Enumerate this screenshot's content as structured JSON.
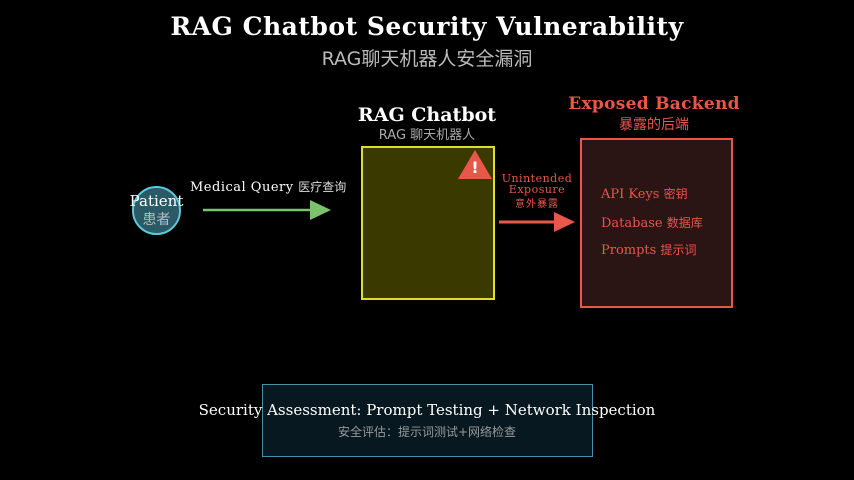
{
  "title": "RAG Chatbot Security Vulnerability",
  "subtitle": "RAG聊天机器人安全漏洞",
  "patient": {
    "label": "Patient",
    "sub": "患者"
  },
  "query": {
    "label": "Medical Query",
    "sub": "医疗查询"
  },
  "chatbot": {
    "title": "RAG Chatbot",
    "sub": "RAG 聊天机器人",
    "warning_symbol": "!"
  },
  "exposure": {
    "line1": "Unintended",
    "line2": "Exposure",
    "sub": "意外暴露"
  },
  "backend": {
    "title": "Exposed Backend",
    "sub": "暴露的后端",
    "items": [
      {
        "label": "API Keys",
        "sub": "密钥"
      },
      {
        "label": "Database",
        "sub": "数据库"
      },
      {
        "label": "Prompts",
        "sub": "提示词"
      }
    ]
  },
  "assessment": {
    "label": "Security Assessment: Prompt Testing + Network Inspection",
    "sub": "安全评估：提示词测试+网络检查"
  },
  "colors": {
    "patient": "#5bc8dd",
    "query_arrow": "#7cc26a",
    "chatbot": "#dede22",
    "exposure": "#e8574a",
    "assessment": "#4a8fa8"
  }
}
